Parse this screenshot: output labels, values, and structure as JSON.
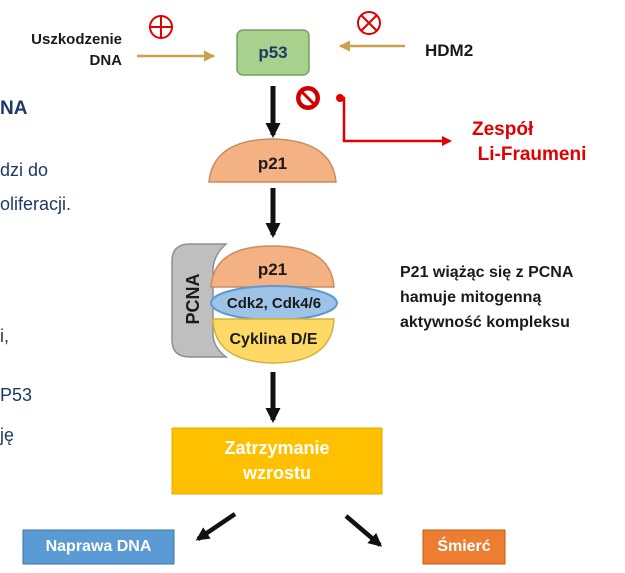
{
  "left_fragments": [
    "NA",
    "dzi do",
    "oliferacji.",
    "i,",
    "P53",
    "ję"
  ],
  "damage_label": [
    "Uszkodzenie",
    "DNA"
  ],
  "hdm2_label": "HDM2",
  "p53_label": "p53",
  "p21_label": "p21",
  "pcna_label": "PCNA",
  "cdk_label": "Cdk2, Cdk4/6",
  "cyclin_label": "Cyklina D/E",
  "syndrome_label": [
    "Zespół",
    "Li-Fraumeni"
  ],
  "note_lines": [
    "P21 wiążąc się z PCNA",
    "hamuje mitogenną",
    "aktywność kompleksu"
  ],
  "arrest_label": [
    "Zatrzymanie",
    "wzrostu"
  ],
  "repair_label": "Naprawa DNA",
  "death_label": "Śmierć",
  "colors": {
    "p53_fill": "#a9d18e",
    "p21_fill": "#f4b183",
    "cdk_fill": "#9dc3e6",
    "cyclin_fill": "#ffd966",
    "pcna_fill": "#bfbfbf",
    "arrest_fill": "#ffc000",
    "repair_fill": "#5b9bd5",
    "death_fill": "#ed7d31",
    "syndrome_red": "#e00000",
    "input_arrow": "#c9a24b"
  },
  "icons": [
    "plus-circle-icon",
    "cross-circle-icon",
    "prohibition-icon"
  ]
}
